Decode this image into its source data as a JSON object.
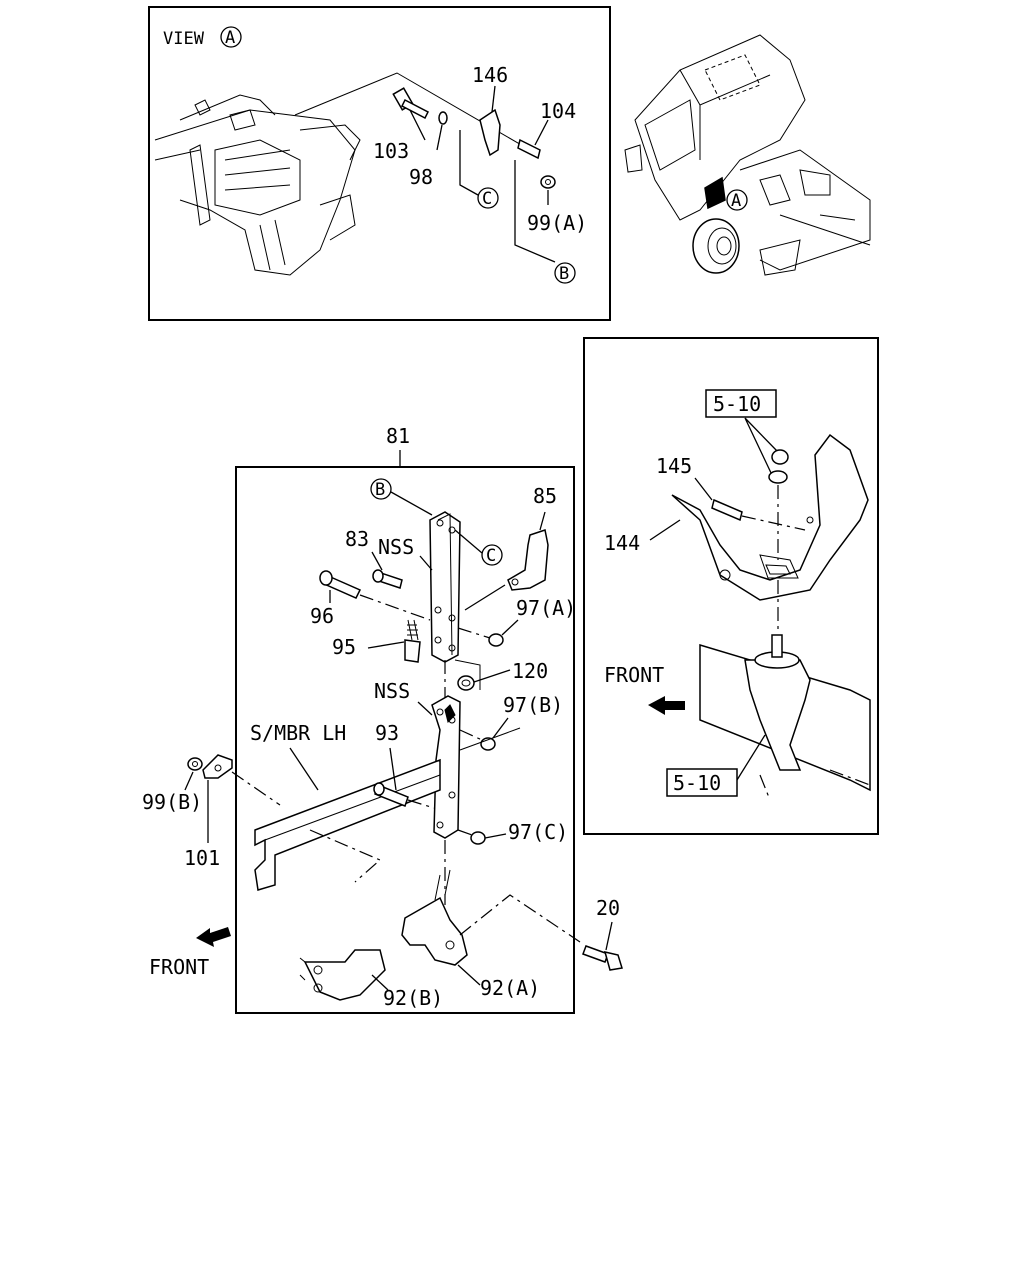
{
  "views": {
    "view_a_title": "VIEW",
    "circle_a": "A",
    "circle_b": "B",
    "circle_c": "C"
  },
  "callouts": {
    "c146": "146",
    "c104": "104",
    "c103": "103",
    "c98": "98",
    "c99a": "99(A)",
    "c81": "81",
    "c85": "85",
    "c83": "83",
    "nss1": "NSS",
    "c96": "96",
    "c97a": "97(A)",
    "c95": "95",
    "c120": "120",
    "nss2": "NSS",
    "c97b": "97(B)",
    "smbr": "S/MBR LH",
    "c93": "93",
    "c99b": "99(B)",
    "c101": "101",
    "c97c": "97(C)",
    "c20": "20",
    "c92b": "92(B)",
    "c92a": "92(A)",
    "c145": "145",
    "c144": "144",
    "ref510_top": "5-10",
    "ref510_bottom": "5-10"
  },
  "labels": {
    "front_main": "FRONT",
    "front_inset": "FRONT"
  }
}
